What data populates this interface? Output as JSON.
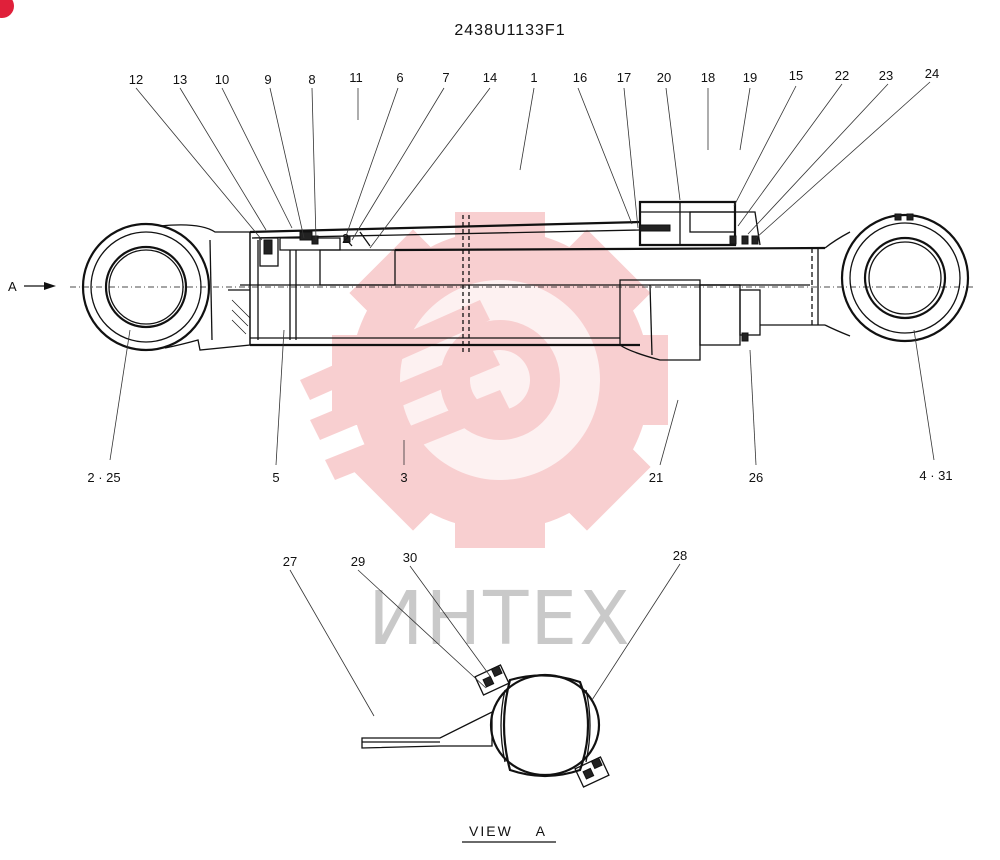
{
  "drawing_number": "2438U1133F1",
  "view_marker": "A",
  "view_caption": "VIEW    A",
  "watermark": "ИНТЕХ",
  "watermark_color": "#f4a9ab",
  "corner_badge_color": "#e0203a",
  "top_callouts": [
    "12",
    "13",
    "10",
    "9",
    "8",
    "11",
    "6",
    "7",
    "14",
    "1",
    "16",
    "17",
    "20",
    "18",
    "19",
    "15",
    "22",
    "23",
    "24"
  ],
  "bottom_callouts": [
    "2 · 25",
    "5",
    "3",
    "21",
    "26",
    "4 · 31"
  ],
  "view_callouts": [
    "27",
    "29",
    "30",
    "28"
  ]
}
